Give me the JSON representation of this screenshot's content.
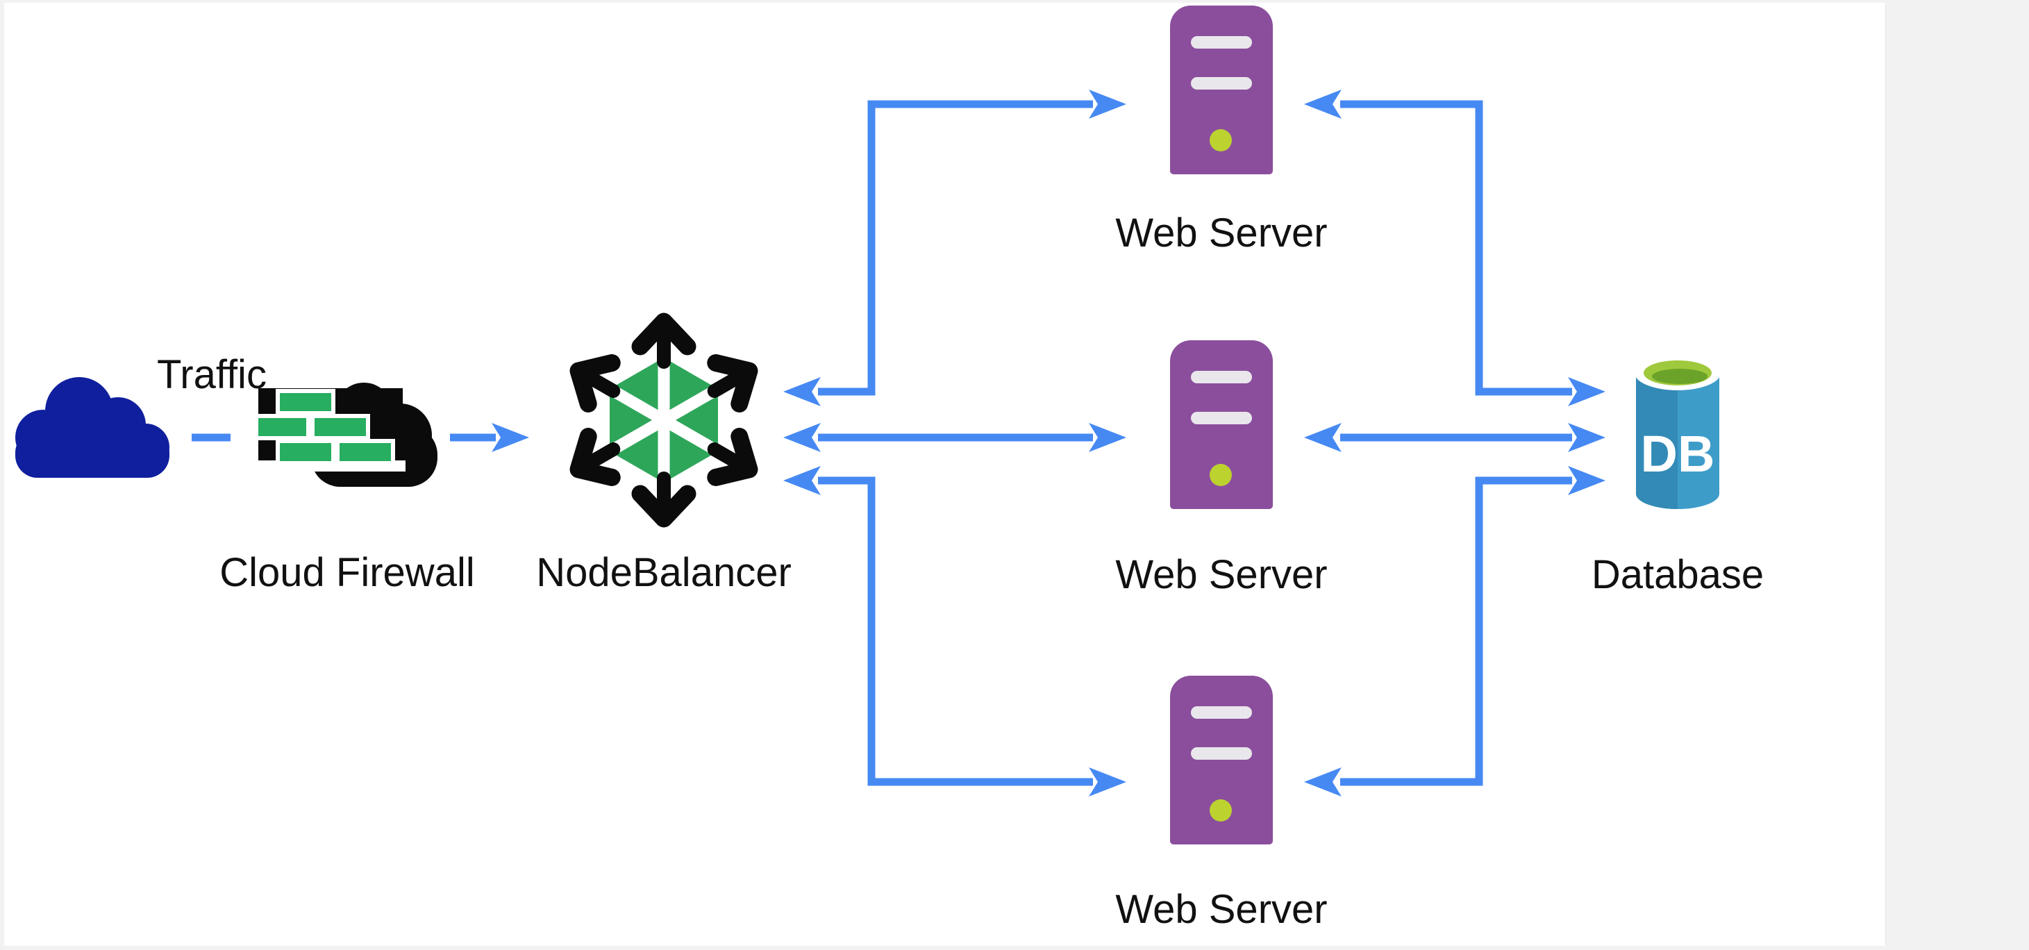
{
  "diagram": {
    "nodes": [
      {
        "id": "traffic",
        "label": "Traffic",
        "icon": "traffic-cloud-icon"
      },
      {
        "id": "firewall",
        "label": "Cloud Firewall",
        "icon": "firewall-cloud-icon"
      },
      {
        "id": "nodebalancer",
        "label": "NodeBalancer",
        "icon": "nodebalancer-icon"
      },
      {
        "id": "web-server-1",
        "label": "Web Server",
        "icon": "server-tower-icon"
      },
      {
        "id": "web-server-2",
        "label": "Web Server",
        "icon": "server-tower-icon"
      },
      {
        "id": "web-server-3",
        "label": "Web Server",
        "icon": "server-tower-icon"
      },
      {
        "id": "database",
        "label": "Database",
        "icon": "database-cylinder-icon",
        "badge": "DB"
      }
    ],
    "edges": [
      {
        "from": "traffic",
        "to": "firewall",
        "style": "dashed",
        "arrows": "none"
      },
      {
        "from": "firewall",
        "to": "nodebalancer",
        "style": "solid",
        "arrows": "forward"
      },
      {
        "from": "nodebalancer",
        "to": "web-server-1",
        "style": "solid",
        "arrows": "both"
      },
      {
        "from": "nodebalancer",
        "to": "web-server-2",
        "style": "solid",
        "arrows": "both"
      },
      {
        "from": "nodebalancer",
        "to": "web-server-3",
        "style": "solid",
        "arrows": "both"
      },
      {
        "from": "web-server-1",
        "to": "database",
        "style": "solid",
        "arrows": "both"
      },
      {
        "from": "web-server-2",
        "to": "database",
        "style": "solid",
        "arrows": "both"
      },
      {
        "from": "web-server-3",
        "to": "database",
        "style": "solid",
        "arrows": "both"
      }
    ],
    "colors": {
      "connector_blue": "#4689F3",
      "traffic_cloud_navy": "#101F9E",
      "firewall_black": "#0B0B0B",
      "brick_green": "#27AE60",
      "nodebalancer_green": "#2EA65A",
      "server_purple": "#8B4E9D",
      "server_slot_gray": "#E9E7EB",
      "server_led_green": "#BCD22F",
      "database_blue": "#3E9CC9",
      "database_top_green": "#9FC93C",
      "page_margin_gray": "#F2F2F2",
      "label_text": "#111111"
    }
  }
}
